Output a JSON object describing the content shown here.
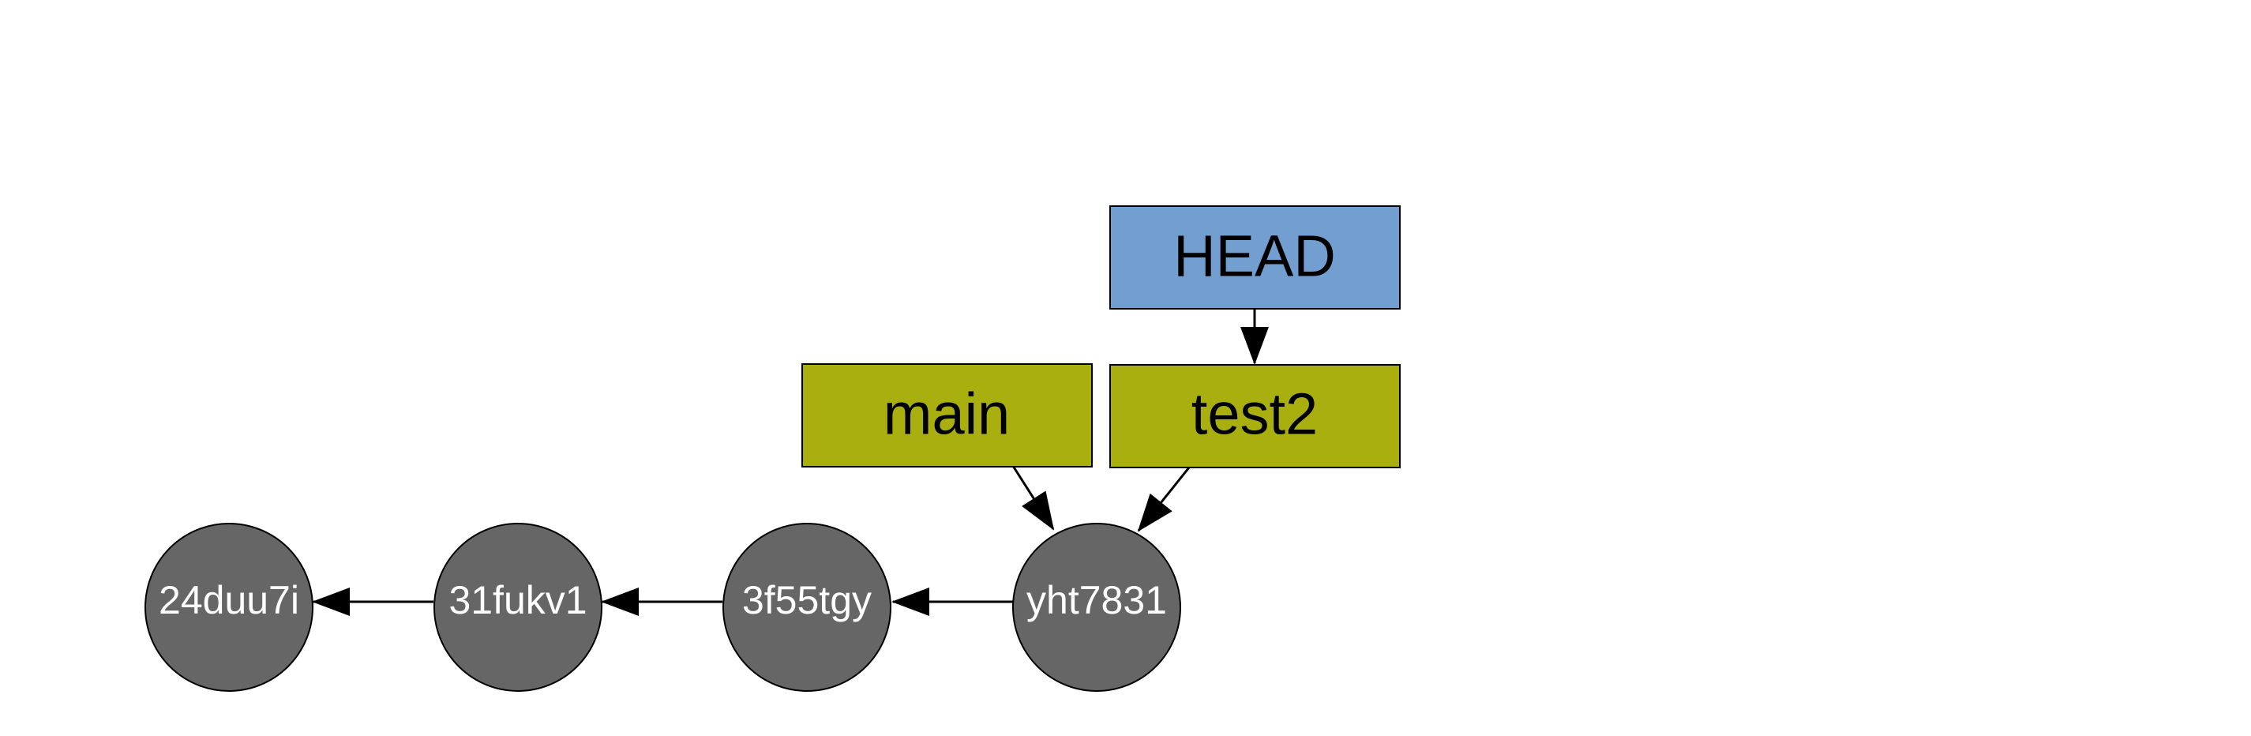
{
  "colors": {
    "commit_fill": "#666666",
    "branch_fill": "#a8af0e",
    "head_fill": "#729fcf",
    "stroke": "#000000",
    "commit_text": "#ffffff",
    "ref_text": "#000000"
  },
  "commits": [
    {
      "id": "24duu7i"
    },
    {
      "id": "31fukv1"
    },
    {
      "id": "3f55tgy"
    },
    {
      "id": "yht7831"
    }
  ],
  "refs": {
    "head": {
      "label": "HEAD",
      "points_to": "test2"
    },
    "branches": [
      {
        "label": "main",
        "points_to": "yht7831"
      },
      {
        "label": "test2",
        "points_to": "yht7831"
      }
    ]
  },
  "parent_links": [
    {
      "from": "yht7831",
      "to": "3f55tgy"
    },
    {
      "from": "3f55tgy",
      "to": "31fukv1"
    },
    {
      "from": "31fukv1",
      "to": "24duu7i"
    }
  ]
}
